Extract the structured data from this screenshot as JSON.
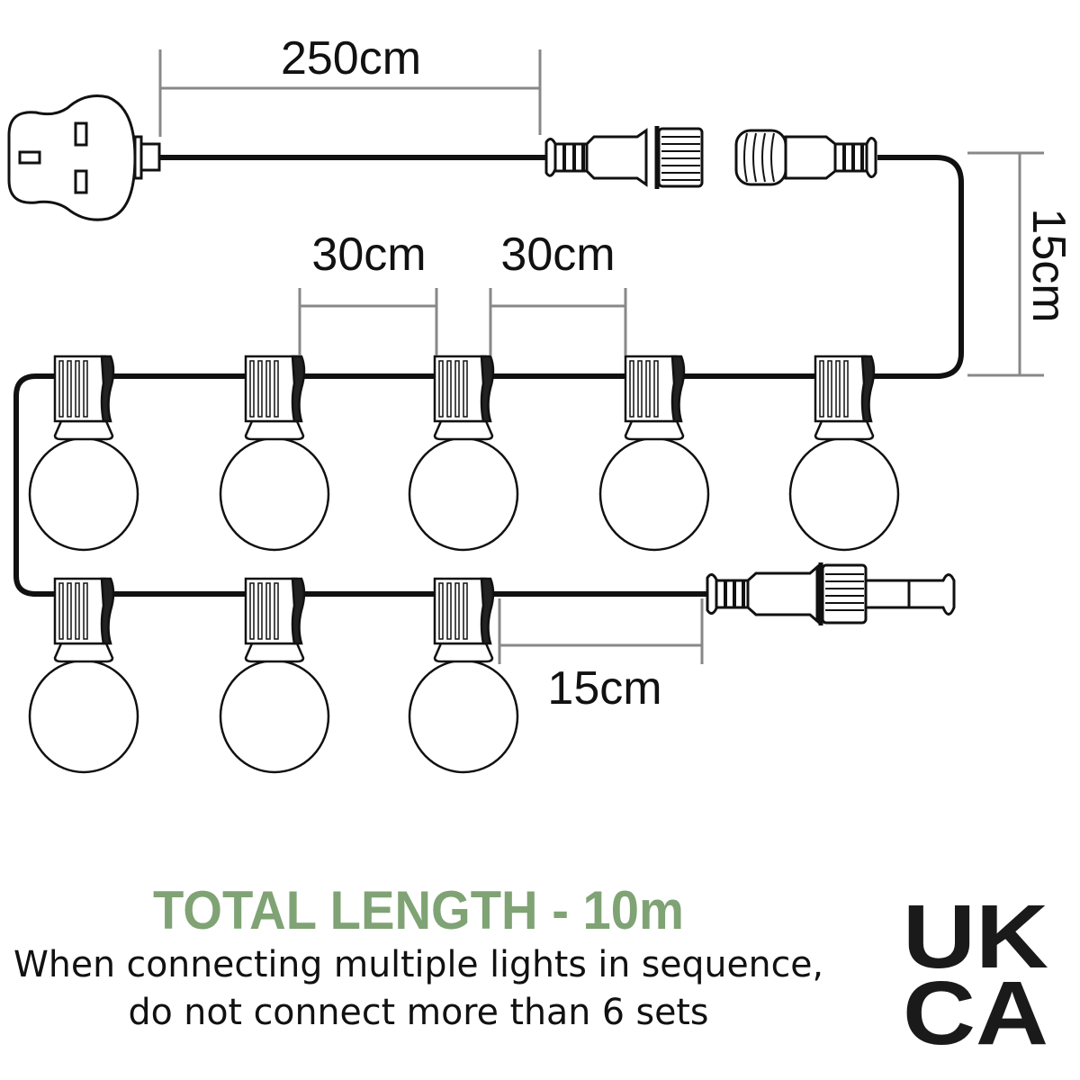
{
  "dimensions": {
    "cable_to_connector": "250cm",
    "bulb_spacing_1": "30cm",
    "bulb_spacing_2": "30cm",
    "vertical_drop": "15cm",
    "end_lead": "15cm"
  },
  "bulbs": {
    "top_row_count": 5,
    "bottom_row_count": 3
  },
  "footer": {
    "title": "TOTAL LENGTH - 10m",
    "note_line1": "When connecting multiple lights in sequence,",
    "note_line2": "do not connect more than 6 sets"
  },
  "mark": {
    "line1": "UK",
    "line2": "CA"
  },
  "colors": {
    "title": "#7fa374",
    "wire": "#111111",
    "dimension": "#888888"
  }
}
